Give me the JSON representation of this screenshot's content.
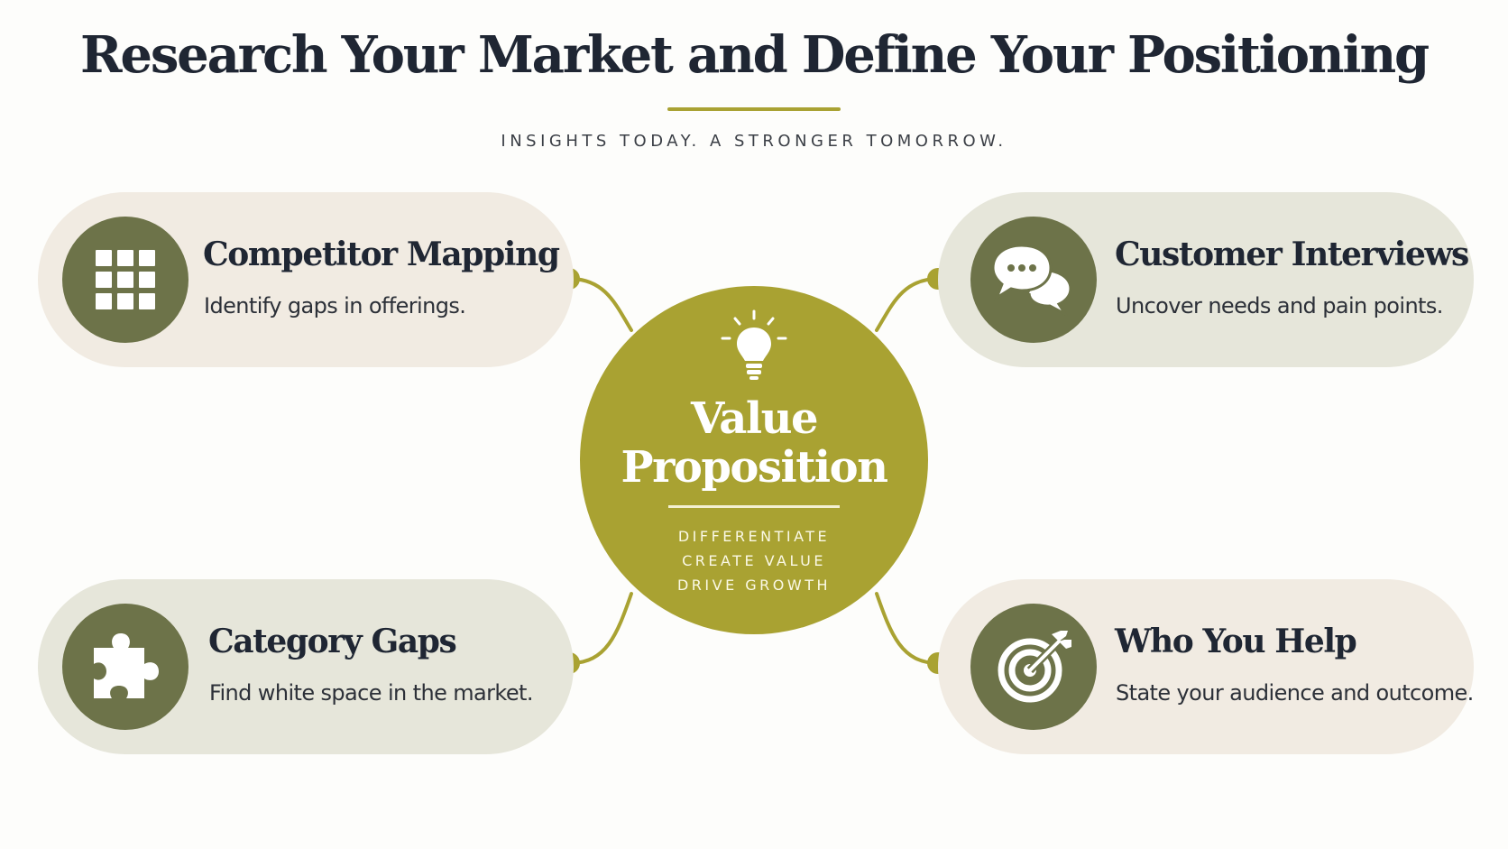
{
  "title": "Research Your Market and Define Your Positioning",
  "subtitle": "INSIGHTS TODAY. A STRONGER TOMORROW.",
  "colors": {
    "accent": "#a9a232",
    "icon_circle": "#6d7349",
    "pill_beige": "#f1ebe2",
    "pill_sage": "#e6e6da",
    "heading_text": "#1f2633"
  },
  "center": {
    "icon": "lightbulb-icon",
    "title_line1": "Value",
    "title_line2": "Proposition",
    "tags": [
      "DIFFERENTIATE",
      "CREATE VALUE",
      "DRIVE GROWTH"
    ]
  },
  "cards": [
    {
      "icon": "grid-icon",
      "heading": "Competitor Mapping",
      "description": "Identify gaps in offerings."
    },
    {
      "icon": "chat-bubbles-icon",
      "heading": "Customer Interviews",
      "description": "Uncover needs and pain points."
    },
    {
      "icon": "puzzle-piece-icon",
      "heading": "Category Gaps",
      "description": "Find white space in the market."
    },
    {
      "icon": "target-icon",
      "heading": "Who You Help",
      "description": "State your audience and outcome."
    }
  ]
}
